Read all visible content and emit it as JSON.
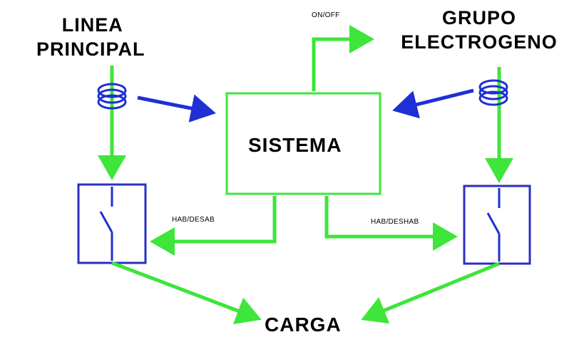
{
  "labels": {
    "linea_line1": "LINEA",
    "linea_line2": "PRINCIPAL",
    "grupo_line1": "GRUPO",
    "grupo_line2": "ELECTROGENO",
    "on_off": "ON/OFF",
    "sistema": "SISTEMA",
    "hab_desab": "HAB/DESAB",
    "hab_deshab": "HAB/DESHAB",
    "carga": "CARGA"
  },
  "colors": {
    "power_line": "#3ee53a",
    "signal_line": "#1f2fd6",
    "switch_box": "#2a2fc0",
    "sistema_box": "#3ee53a",
    "text": "#000000"
  },
  "icons": [
    "current-sensor-icon",
    "switch-icon"
  ]
}
